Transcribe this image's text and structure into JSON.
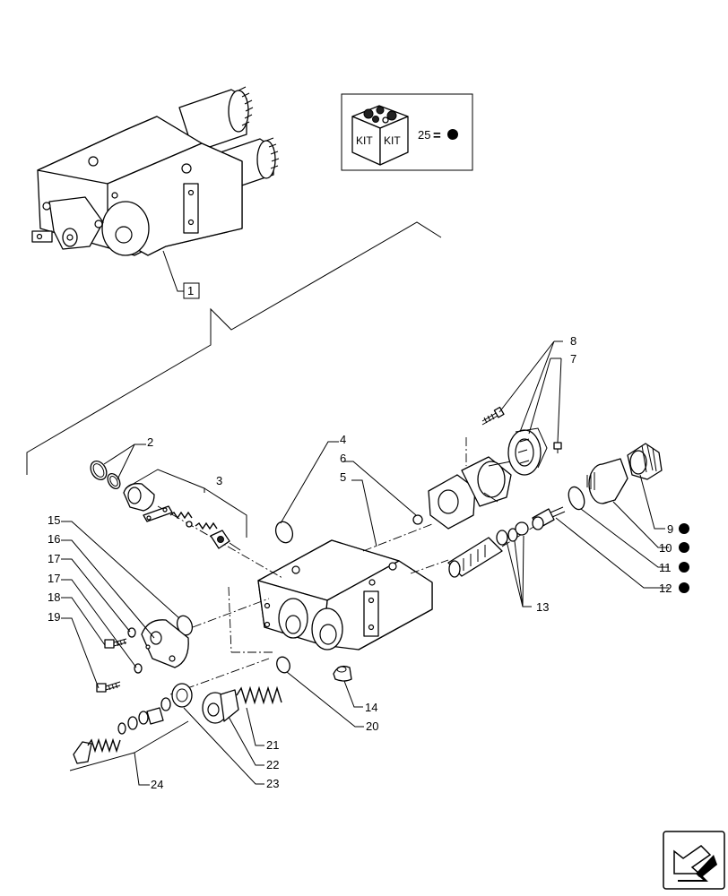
{
  "kit_box": {
    "kit_label_left": "KIT",
    "kit_label_right": "KIT",
    "kit_number": "25",
    "equals_sign": "=",
    "bullet_symbol": "●"
  },
  "assembly_label": "1",
  "labels": {
    "l2": "2",
    "l3": "3",
    "l4": "4",
    "l5": "5",
    "l6": "6",
    "l7": "7",
    "l8": "8",
    "l9": "9",
    "l10": "10",
    "l11": "11",
    "l12": "12",
    "l13": "13",
    "l14": "14",
    "l15": "15",
    "l16": "16",
    "l17a": "17",
    "l17b": "17",
    "l18": "18",
    "l19": "19",
    "l20": "20",
    "l21": "21",
    "l22": "22",
    "l23": "23",
    "l24": "24"
  },
  "kit_marked_items": [
    "9",
    "10",
    "11",
    "12"
  ],
  "icons": [
    "kit-box-icon",
    "navigation-arrow-icon",
    "kit-bullet-icon"
  ]
}
